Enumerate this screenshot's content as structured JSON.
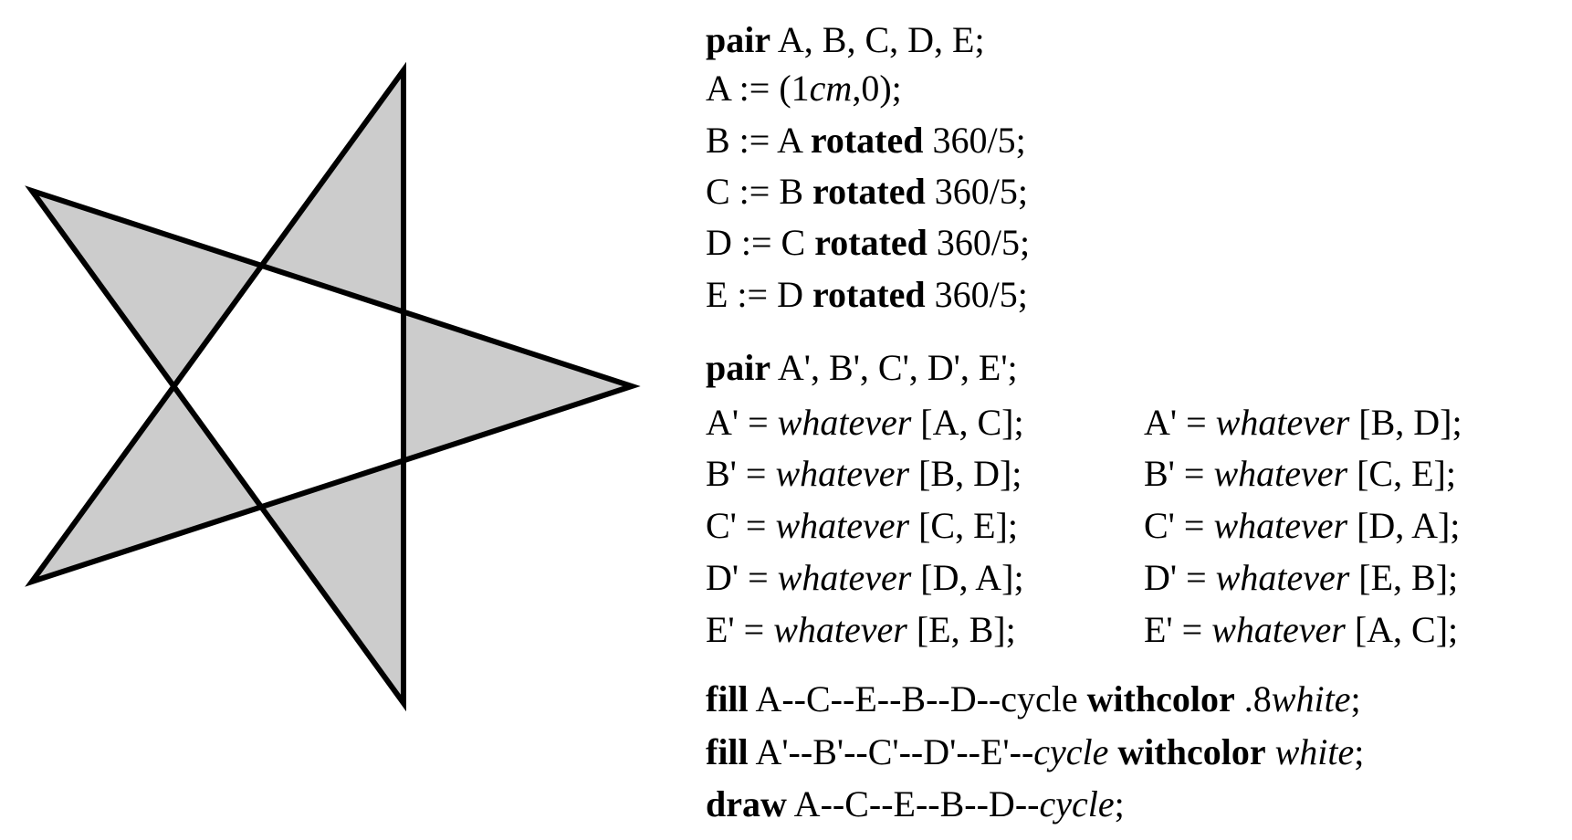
{
  "figure": {
    "fill_color": "#cccccc",
    "inner_fill_color": "#ffffff",
    "stroke_color": "#000000"
  },
  "code": {
    "block1": [
      [
        {
          "t": "pair",
          "s": "kw"
        },
        {
          "t": " A, B, C, D, E;"
        }
      ],
      [
        {
          "t": "A := (1"
        },
        {
          "t": "cm",
          "s": "it"
        },
        {
          "t": ",0);"
        }
      ],
      [
        {
          "t": "B := A "
        },
        {
          "t": "rotated",
          "s": "kw"
        },
        {
          "t": " 360/5;"
        }
      ],
      [
        {
          "t": "C := B "
        },
        {
          "t": "rotated",
          "s": "kw"
        },
        {
          "t": " 360/5;"
        }
      ],
      [
        {
          "t": "D := C "
        },
        {
          "t": "rotated",
          "s": "kw"
        },
        {
          "t": " 360/5;"
        }
      ],
      [
        {
          "t": "E := D "
        },
        {
          "t": "rotated",
          "s": "kw"
        },
        {
          "t": " 360/5;"
        }
      ]
    ],
    "block2_header": [
      {
        "t": "pair",
        "s": "kw"
      },
      {
        "t": " A', B', C', D', E';"
      }
    ],
    "block2_left": [
      [
        {
          "t": "A' = "
        },
        {
          "t": "whatever",
          "s": "it"
        },
        {
          "t": " [A, C];"
        }
      ],
      [
        {
          "t": "B' = "
        },
        {
          "t": "whatever",
          "s": "it"
        },
        {
          "t": " [B, D];"
        }
      ],
      [
        {
          "t": "C' = "
        },
        {
          "t": "whatever",
          "s": "it"
        },
        {
          "t": " [C, E];"
        }
      ],
      [
        {
          "t": "D' = "
        },
        {
          "t": "whatever",
          "s": "it"
        },
        {
          "t": " [D, A];"
        }
      ],
      [
        {
          "t": "E' = "
        },
        {
          "t": "whatever",
          "s": "it"
        },
        {
          "t": " [E, B];"
        }
      ]
    ],
    "block2_right": [
      [
        {
          "t": "A' = "
        },
        {
          "t": "whatever",
          "s": "it"
        },
        {
          "t": " [B, D];"
        }
      ],
      [
        {
          "t": "B' = "
        },
        {
          "t": "whatever",
          "s": "it"
        },
        {
          "t": " [C, E];"
        }
      ],
      [
        {
          "t": "C' = "
        },
        {
          "t": "whatever",
          "s": "it"
        },
        {
          "t": " [D, A];"
        }
      ],
      [
        {
          "t": "D' = "
        },
        {
          "t": "whatever",
          "s": "it"
        },
        {
          "t": " [E, B];"
        }
      ],
      [
        {
          "t": "E' = "
        },
        {
          "t": "whatever",
          "s": "it"
        },
        {
          "t": " [A, C];"
        }
      ]
    ],
    "block3": [
      [
        {
          "t": "fill",
          "s": "kw"
        },
        {
          "t": " A--C--E--B--D--cycle "
        },
        {
          "t": "withcolor",
          "s": "kw"
        },
        {
          "t": " .8"
        },
        {
          "t": "white",
          "s": "it"
        },
        {
          "t": ";"
        }
      ],
      [
        {
          "t": "fill",
          "s": "kw"
        },
        {
          "t": " A'--B'--C'--D'--E'--"
        },
        {
          "t": "cycle",
          "s": "it"
        },
        {
          "t": " "
        },
        {
          "t": "withcolor",
          "s": "kw"
        },
        {
          "t": " "
        },
        {
          "t": "white",
          "s": "it"
        },
        {
          "t": ";"
        }
      ],
      [
        {
          "t": "draw",
          "s": "kw"
        },
        {
          "t": " A--C--E--B--D--"
        },
        {
          "t": "cycle",
          "s": "it"
        },
        {
          "t": ";"
        }
      ]
    ]
  }
}
